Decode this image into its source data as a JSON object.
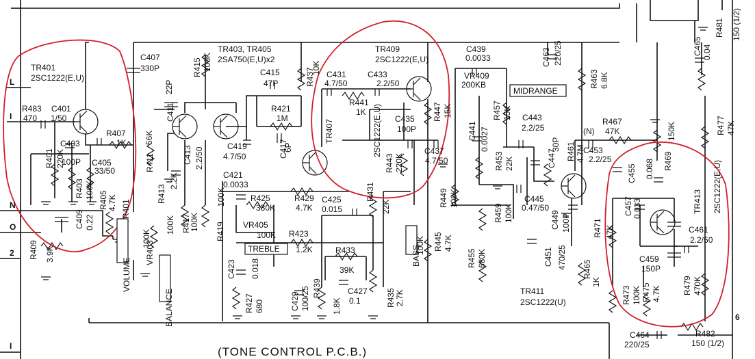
{
  "title": "(TONE CONTROL P.C.B.)",
  "terminals": [
    "L",
    "I",
    "N",
    "O",
    "2",
    "I",
    "6"
  ],
  "transistors": [
    {
      "ref": "TR401",
      "part": "2SC1222(E,U)"
    },
    {
      "ref": "TR403, TR405",
      "part": "2SA750(E,U)x2"
    },
    {
      "ref": "TR409",
      "part": "2SC1222(E,U)"
    },
    {
      "ref": "TR407",
      "part": "2SC1222(E,U)"
    },
    {
      "ref": "TR411",
      "part": "2SC1222(U)"
    },
    {
      "ref": "TR413",
      "part": "2SC1222(E,U)"
    }
  ],
  "controls": [
    {
      "ref": "VR401",
      "value": "100K",
      "label": "VOLUME"
    },
    {
      "ref": "VR403",
      "value": "100K",
      "label": "BALANCE"
    },
    {
      "ref": "VR405",
      "value": "100K",
      "label": "TREBLE"
    },
    {
      "ref": "VR407",
      "value": "100K",
      "label": "BASS"
    },
    {
      "ref": "VR409",
      "value": "200KB",
      "label": "MIDRANGE"
    }
  ],
  "components": [
    {
      "ref": "R483",
      "value": "470"
    },
    {
      "ref": "C401",
      "value": "1/50"
    },
    {
      "ref": "R401",
      "value": "220K"
    },
    {
      "ref": "C403",
      "value": "100P"
    },
    {
      "ref": "R403",
      "value": "100K"
    },
    {
      "ref": "R405",
      "value": "4.7K"
    },
    {
      "ref": "C405",
      "value": "33/50"
    },
    {
      "ref": "R407",
      "value": "1K"
    },
    {
      "ref": "C409",
      "value": "0.22"
    },
    {
      "ref": "R409",
      "value": "3.9K"
    },
    {
      "ref": "C407",
      "value": "330P"
    },
    {
      "ref": "C411",
      "value": "22P"
    },
    {
      "ref": "R411",
      "value": "56K"
    },
    {
      "ref": "C413",
      "value": "2.2/50"
    },
    {
      "ref": "R413",
      "value": "2.2K"
    },
    {
      "ref": "R415",
      "value": "100K"
    },
    {
      "ref": "R417",
      "value": "100K"
    },
    {
      "ref": "R419",
      "value": "100K"
    },
    {
      "ref": "C415",
      "value": "47P"
    },
    {
      "ref": "R421",
      "value": "1M"
    },
    {
      "ref": "C417",
      "value": "6P"
    },
    {
      "ref": "C419",
      "value": "4.7/50"
    },
    {
      "ref": "R437",
      "value": "10K"
    },
    {
      "ref": "C421",
      "value": "0.0033"
    },
    {
      "ref": "R425",
      "value": "330K"
    },
    {
      "ref": "R429",
      "value": "4.7K"
    },
    {
      "ref": "C425",
      "value": "0.015"
    },
    {
      "ref": "R431",
      "value": "22K"
    },
    {
      "ref": "R423",
      "value": "1.2K"
    },
    {
      "ref": "R433",
      "value": "39K"
    },
    {
      "ref": "C427",
      "value": "0.1"
    },
    {
      "ref": "R435",
      "value": "2.7K"
    },
    {
      "ref": "C423",
      "value": "0.018"
    },
    {
      "ref": "R427",
      "value": "680"
    },
    {
      "ref": "C429",
      "value": "100/25"
    },
    {
      "ref": "R439",
      "value": "1.8K"
    },
    {
      "ref": "C431",
      "value": "4.7/50"
    },
    {
      "ref": "C433",
      "value": "2.2/50"
    },
    {
      "ref": "R441",
      "value": "1K"
    },
    {
      "ref": "C435",
      "value": "100P"
    },
    {
      "ref": "R443",
      "value": "220K"
    },
    {
      "ref": "R447",
      "value": "15K"
    },
    {
      "ref": "C437",
      "value": "4.7/50"
    },
    {
      "ref": "R449",
      "value": "100K"
    },
    {
      "ref": "R445",
      "value": "4.7K"
    },
    {
      "ref": "C439",
      "value": "0.0033"
    },
    {
      "ref": "C441",
      "value": "0.0027"
    },
    {
      "ref": "R457",
      "value": "15K"
    },
    {
      "ref": "C443",
      "value": "2.2/25"
    },
    {
      "ref": "R453",
      "value": "22K"
    },
    {
      "ref": "C447",
      "value": "30P"
    },
    {
      "ref": "R461",
      "value": "4.7M"
    },
    {
      "ref": "C445",
      "value": "0.47/50"
    },
    {
      "ref": "R459",
      "value": "100K"
    },
    {
      "ref": "C449",
      "value": "100P"
    },
    {
      "ref": "R455",
      "value": "680K"
    },
    {
      "ref": "C451",
      "value": "470/25"
    },
    {
      "ref": "C463",
      "value": "220/25"
    },
    {
      "ref": "R463",
      "value": "6.8K"
    },
    {
      "ref": "R467",
      "value": "47K"
    },
    {
      "ref": "C453",
      "value": "2.2/25"
    },
    {
      "ref": "R469",
      "value": "150K"
    },
    {
      "ref": "C465",
      "value": "0.04"
    },
    {
      "ref": "R477",
      "value": "47K"
    },
    {
      "ref": "R481",
      "value": "150 (1/2)"
    },
    {
      "ref": "C455",
      "value": "0.068"
    },
    {
      "ref": "C457",
      "value": "0.033"
    },
    {
      "ref": "C461",
      "value": "2.2/50"
    },
    {
      "ref": "C459",
      "value": "150P"
    },
    {
      "ref": "R471",
      "value": "47K"
    },
    {
      "ref": "R465",
      "value": "1K"
    },
    {
      "ref": "R473",
      "value": "100K"
    },
    {
      "ref": "R475",
      "value": "4.7K"
    },
    {
      "ref": "R479",
      "value": "470K"
    },
    {
      "ref": "C464",
      "value": "220/25"
    },
    {
      "ref": "R482",
      "value": "150 (1/2)"
    }
  ],
  "net_label": "(N)"
}
